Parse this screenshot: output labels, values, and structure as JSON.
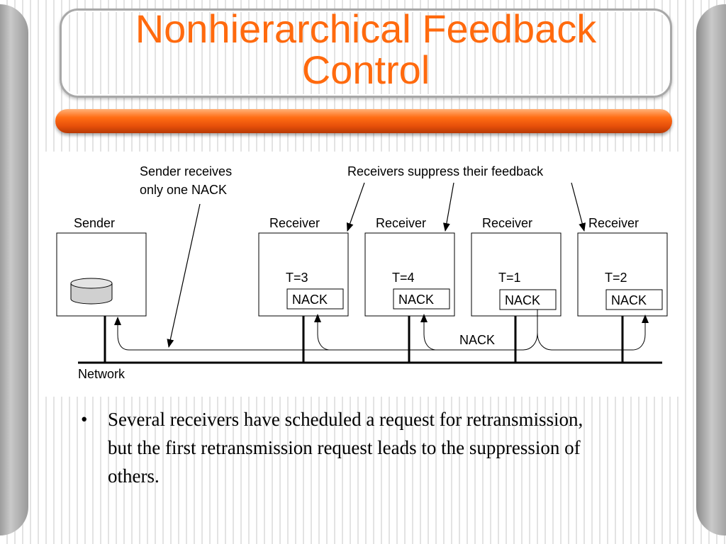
{
  "slide": {
    "title_line1": "Nonhierarchical Feedback",
    "title_line2": "Control",
    "bullet": "Several receivers have scheduled a request for retransmission, but the first retransmission request leads to the suppression of others."
  },
  "colors": {
    "title": "#ff6a0e",
    "bar": "#ff6d14"
  },
  "diagram": {
    "annotation_sender_line1": "Sender receives",
    "annotation_sender_line2": "only one NACK",
    "annotation_receivers": "Receivers suppress their feedback",
    "sender_label": "Sender",
    "network_label": "Network",
    "nack_wire_label": "NACK",
    "receivers": [
      {
        "label": "Receiver",
        "timer": "T=3",
        "nack": "NACK"
      },
      {
        "label": "Receiver",
        "timer": "T=4",
        "nack": "NACK"
      },
      {
        "label": "Receiver",
        "timer": "T=1",
        "nack": "NACK"
      },
      {
        "label": "Receiver",
        "timer": "T=2",
        "nack": "NACK"
      }
    ]
  }
}
